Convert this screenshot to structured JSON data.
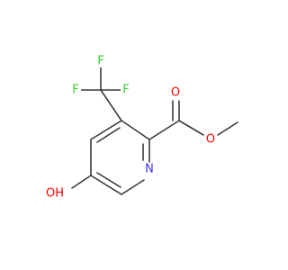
{
  "molecule": {
    "atoms": {
      "fluorine_1": {
        "label": "F",
        "color": "#33cc33"
      },
      "fluorine_2": {
        "label": "F",
        "color": "#33cc33"
      },
      "fluorine_3": {
        "label": "F",
        "color": "#33cc33"
      },
      "carbonyl_oxygen": {
        "label": "O",
        "color": "#ff0000"
      },
      "ester_oxygen": {
        "label": "O",
        "color": "#ff0000"
      },
      "ring_nitrogen": {
        "label": "N",
        "color": "#3333ff"
      },
      "hydroxyl": {
        "label": "OH",
        "color": "#ff0000"
      }
    },
    "bond_color": "#3a3a3a"
  }
}
